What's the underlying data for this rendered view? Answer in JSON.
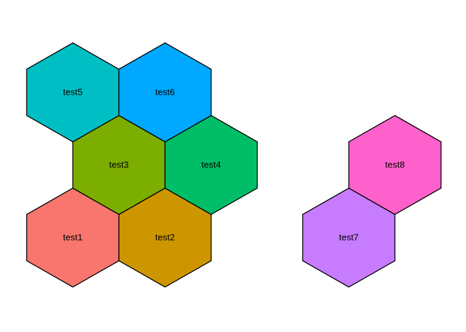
{
  "hexagons": [
    {
      "label": "test1",
      "fill": "#F8766D"
    },
    {
      "label": "test2",
      "fill": "#CD9600"
    },
    {
      "label": "test3",
      "fill": "#7CAE00"
    },
    {
      "label": "test4",
      "fill": "#00BE67"
    },
    {
      "label": "test5",
      "fill": "#00BFC4"
    },
    {
      "label": "test6",
      "fill": "#00A9FF"
    },
    {
      "label": "test7",
      "fill": "#C77CFF"
    },
    {
      "label": "test8",
      "fill": "#FF61CC"
    }
  ]
}
